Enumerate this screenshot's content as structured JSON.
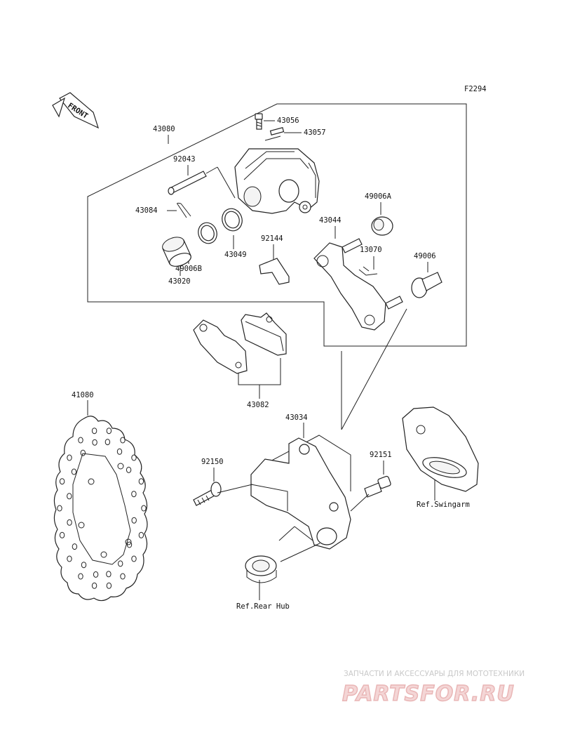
{
  "figure_code": "F2294",
  "front_label": "FRONT",
  "parts": {
    "p43080": "43080",
    "p43056": "43056",
    "p43057": "43057",
    "p92043": "92043",
    "p43084": "43084",
    "p49006A": "49006A",
    "p43044": "43044",
    "p92144": "92144",
    "p43049": "43049",
    "p13070": "13070",
    "p49006B": "49006B",
    "p49006": "49006",
    "p43020": "43020",
    "p43082": "43082",
    "p41080": "41080",
    "p43034": "43034",
    "p92150": "92150",
    "p92151": "92151"
  },
  "refs": {
    "swingarm": "Ref.Swingarm",
    "rear_hub": "Ref.Rear Hub"
  },
  "watermark": {
    "line1": "ЗАПЧАСТИ И АКСЕССУАРЫ ДЛЯ МОТОТЕХНИКИ",
    "line2": "PARTSFOR.RU"
  }
}
